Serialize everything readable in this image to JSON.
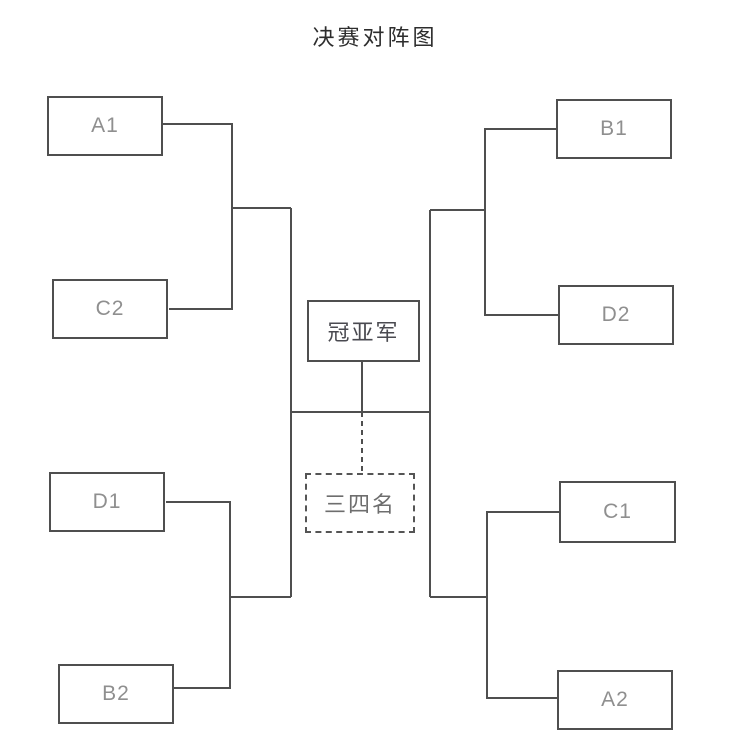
{
  "title": "决赛对阵图",
  "bracket": {
    "left_top": {
      "upper": "A1",
      "lower": "C2"
    },
    "left_bottom": {
      "upper": "D1",
      "lower": "B2"
    },
    "right_top": {
      "upper": "B1",
      "lower": "D2"
    },
    "right_bottom": {
      "upper": "C1",
      "lower": "A2"
    },
    "final_label": "冠亚军",
    "third_place_label": "三四名"
  },
  "colors": {
    "background": "#ffffff",
    "line": "#4f4f4f",
    "team_label": "#8f8f8f",
    "final_label_text": "#4a4a50",
    "third_place_text": "#6e6e6e",
    "title_text": "#2d2d2d"
  }
}
